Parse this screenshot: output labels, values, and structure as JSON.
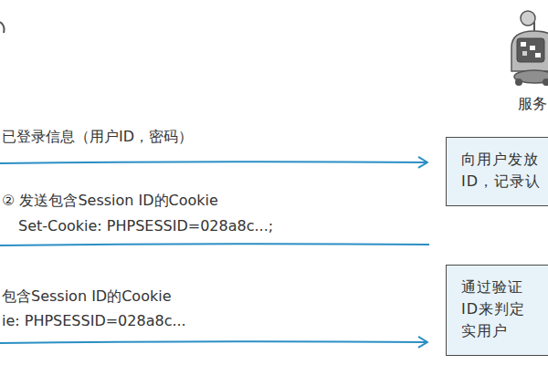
{
  "diagram": {
    "nodes": [
      {
        "text": [
          "向用户发放 ID，记录认"
        ]
      },
      {
        "text": [
          "通过验证 ID来判定 实用户"
        ]
      }
    ],
    "labels": [
      "服务",
      "已登录信息（用户ID，密码）",
      "② 发送包含Session ID的Cookie",
      "Set-Cookie: PHPSESSID=028a8c...;",
      "包含Session ID的Cookie",
      "ie: PHPSESSID=028a8c..."
    ]
  }
}
